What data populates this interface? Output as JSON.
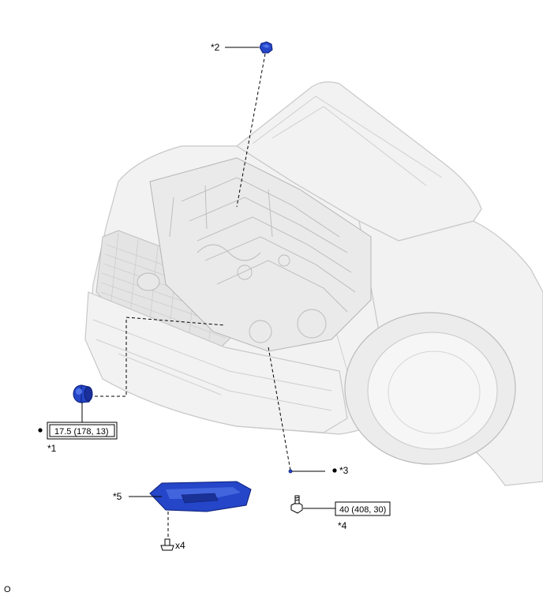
{
  "callouts": {
    "c1": "*1",
    "c2": "*2",
    "c3": "*3",
    "c4": "*4",
    "c5": "*5"
  },
  "torques": {
    "t1": "17.5 (178, 13)",
    "t4": "40 (408, 30)"
  },
  "quantity": "x4",
  "figure_code": "O",
  "colors": {
    "part_blue": "#2546c8",
    "car_gray": "#f2f2f2"
  }
}
